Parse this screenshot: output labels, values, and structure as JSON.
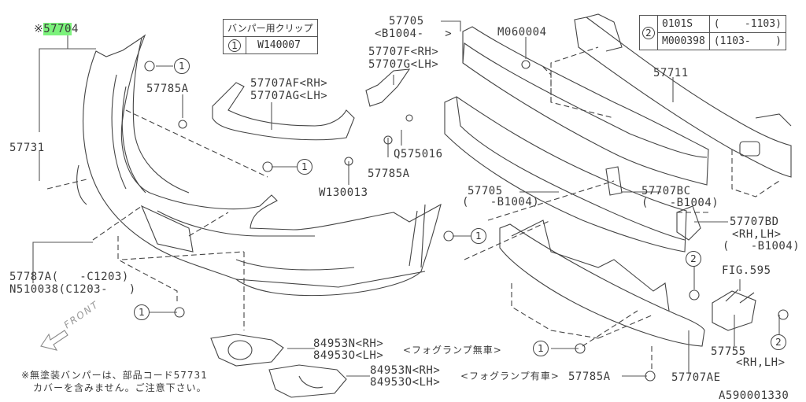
{
  "diagram": {
    "title_part": {
      "prefix": "※",
      "highlight": "5770",
      "suffix": "4"
    },
    "clip_table": {
      "header": "バンパー用クリップ",
      "rows": [
        {
          "ref": "1",
          "part": "W140007"
        }
      ]
    },
    "ref2_table": {
      "ref": "2",
      "rows": [
        {
          "part": "0101S",
          "range": "(    -1103)"
        },
        {
          "part": "M000398",
          "range": "(1103-    )"
        }
      ]
    },
    "labels": {
      "p57731": "57731",
      "p57785A_top": "57785A",
      "p57707AF": "57707AF<RH>",
      "p57707AG": "57707AG<LH>",
      "p57705_top": "57705",
      "p57705_top_range": "<B1004-   >",
      "p57707F": "57707F<RH>",
      "p57707G": "57707G<LH>",
      "pQ575016": "Q575016",
      "p57785A_mid": "57785A",
      "pW130013": "W130013",
      "pM060004": "M060004",
      "p57711": "57711",
      "p57705_mid": "57705",
      "p57705_mid_range": "(   -B1004)",
      "p57707BC": "57707BC",
      "p57707BC_range": "(   -B1004)",
      "p57707BD": "57707BD",
      "p57707BD_side": "<RH,LH>",
      "p57707BD_range": "(   -B1004)",
      "p57787A": "57787A(   -C1203)",
      "pN510038": "N510038(C1203-   )",
      "fig595": "FIG.595",
      "p57755": "57755",
      "p57755_side": "<RH,LH>",
      "p57707AE": "57707AE",
      "p57785A_bot": "57785A",
      "fog1_rh": "84953N<RH>",
      "fog1_lh": "84953O<LH>",
      "fog1_note": "<フォグランプ無車>",
      "fog2_rh": "84953N<RH>",
      "fog2_lh": "84953O<LH>",
      "fog2_note": "<フォグランプ有車>",
      "diagram_code": "A590001330"
    },
    "note_line1": "※無塗装バンパーは、部品コード57731",
    "note_line2": "カバーを含みません。ご注意下さい。",
    "front_label": "FRONT",
    "ref_markers": {
      "one": "1",
      "two": "2"
    }
  }
}
